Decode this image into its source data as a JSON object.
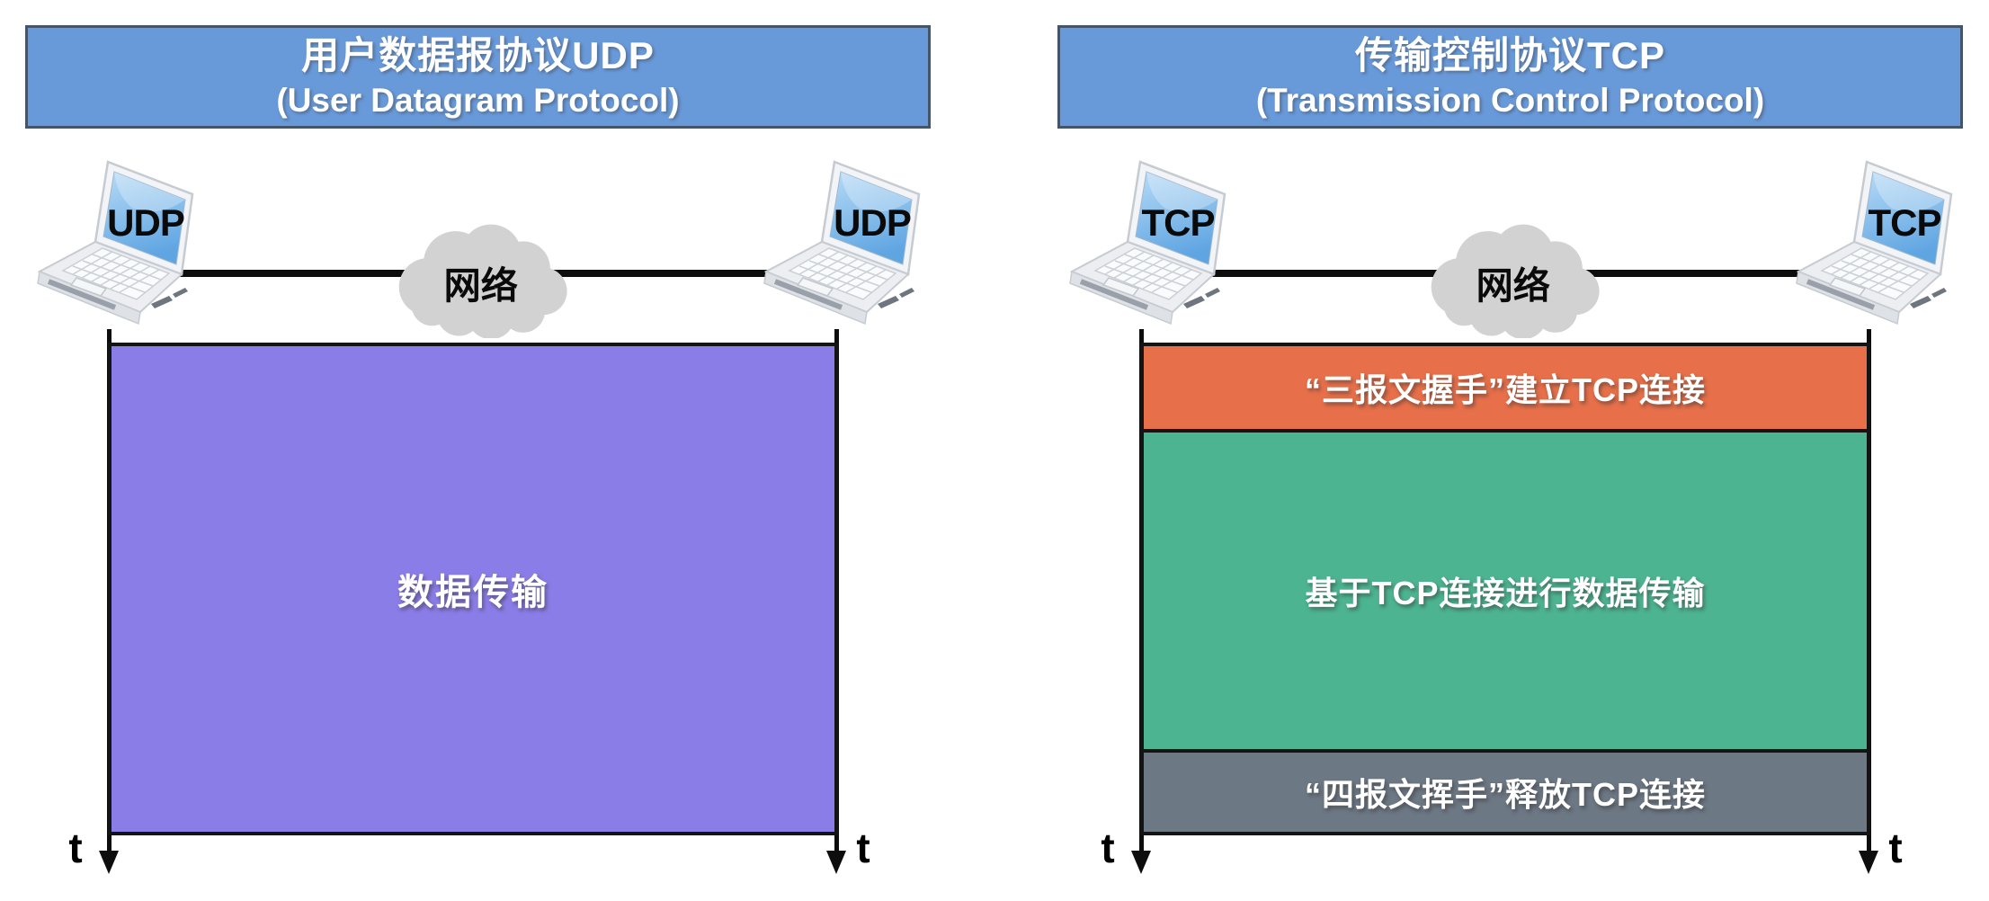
{
  "colors": {
    "header_bg": "#6899D9",
    "header_border": "#44546A",
    "cloud_gray": "#D2D2D2",
    "line_black": "#0d0d0d"
  },
  "udp_diagram": {
    "header": {
      "title_zh": "用户数据报协议UDP",
      "title_en": "(User Datagram Protocol)"
    },
    "left_host_label": "UDP",
    "right_host_label": "UDP",
    "network_label": "网络",
    "phases": [
      {
        "label": "数据传输",
        "color": "#8B7DE8"
      }
    ],
    "time_label_left": "t",
    "time_label_right": "t"
  },
  "tcp_diagram": {
    "header": {
      "title_zh": "传输控制协议TCP",
      "title_en": "(Transmission Control Protocol)"
    },
    "left_host_label": "TCP",
    "right_host_label": "TCP",
    "network_label": "网络",
    "phases": [
      {
        "label": "“三报文握手”建立TCP连接",
        "color": "#E7704A"
      },
      {
        "label": "基于TCP连接进行数据传输",
        "color": "#4DB491"
      },
      {
        "label": "“四报文挥手”释放TCP连接",
        "color": "#6D7885"
      }
    ],
    "time_label_left": "t",
    "time_label_right": "t"
  }
}
